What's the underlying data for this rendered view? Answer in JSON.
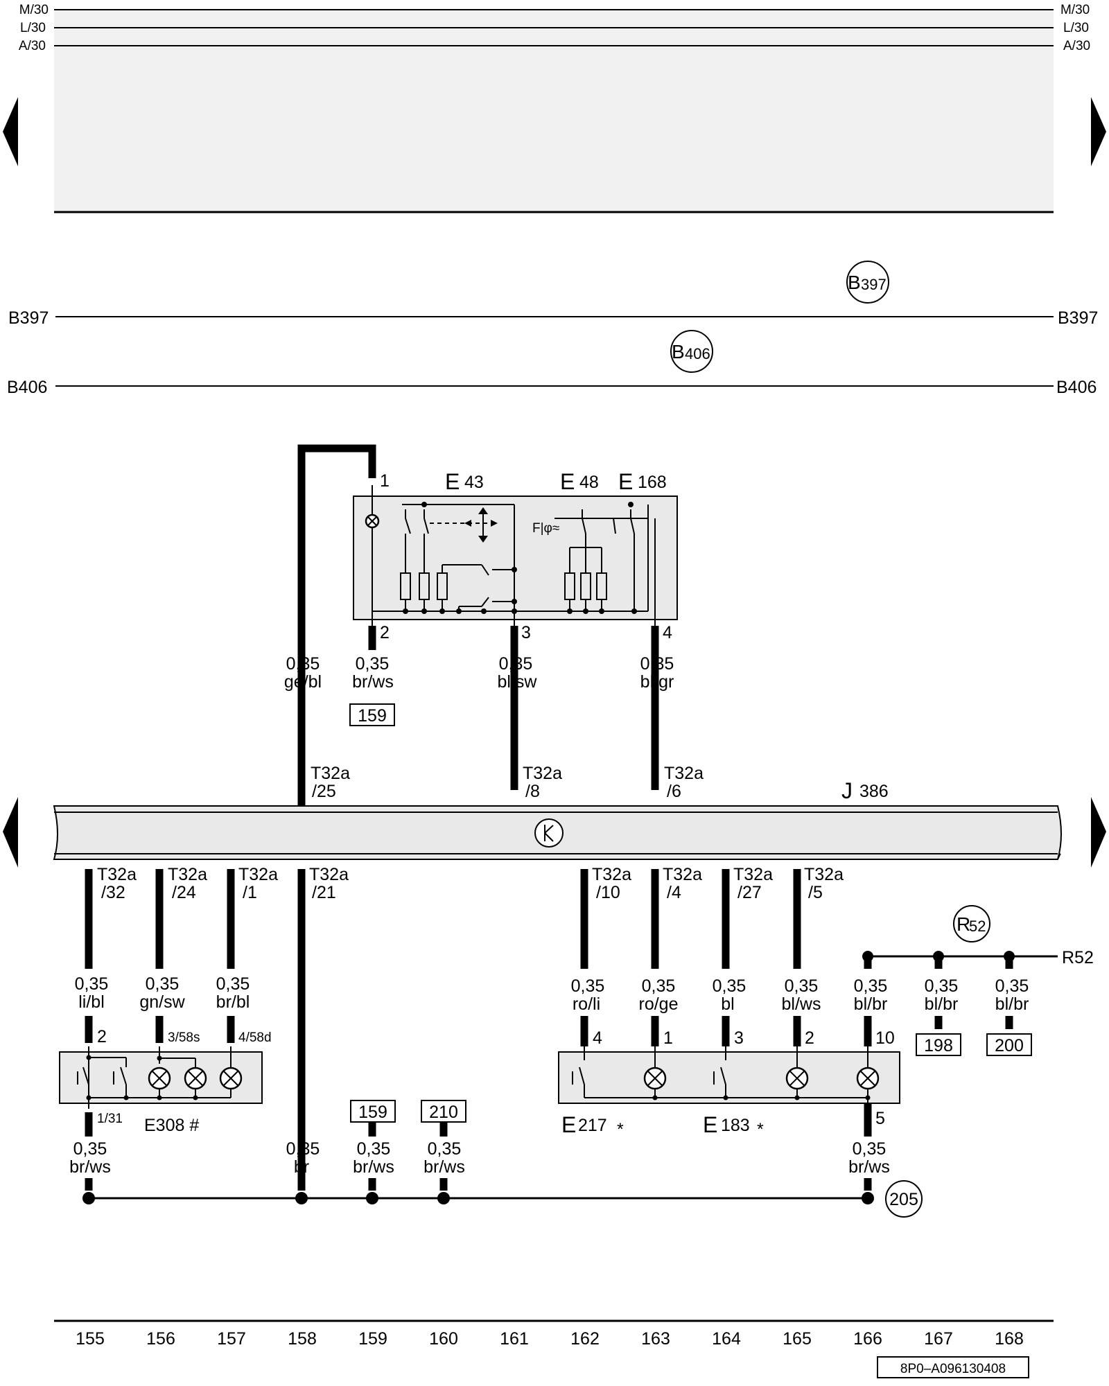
{
  "rails": {
    "left": [
      "M/30",
      "L/30",
      "A/30"
    ],
    "right": [
      "M/30",
      "L/30",
      "A/30"
    ]
  },
  "buses": {
    "b397": {
      "left": "B397",
      "right": "B397",
      "circle_main": "B",
      "circle_sub": "397"
    },
    "b406": {
      "left": "B406",
      "right": "B406",
      "circle_main": "B",
      "circle_sub": "406"
    }
  },
  "switch_unit": {
    "labels": [
      {
        "main": "E",
        "sub": "43"
      },
      {
        "main": "E",
        "sub": "48"
      },
      {
        "main": "E",
        "sub": "168"
      }
    ],
    "pins": [
      "1",
      "2",
      "3",
      "4"
    ]
  },
  "top_wires": [
    {
      "gauge": "0,35",
      "color": "ge/bl"
    },
    {
      "gauge": "0,35",
      "color": "br/ws",
      "ref": "159"
    },
    {
      "gauge": "0,35",
      "color": "bl/sw"
    },
    {
      "gauge": "0,35",
      "color": "bl/gr"
    }
  ],
  "control_unit": {
    "label_main": "J",
    "label_sub": "386",
    "top_connectors": [
      {
        "conn": "T32a",
        "pin": "/25"
      },
      {
        "conn": "T32a",
        "pin": "/8"
      },
      {
        "conn": "T32a",
        "pin": "/6"
      }
    ],
    "bottom_connectors": [
      {
        "conn": "T32a",
        "pin": "/32"
      },
      {
        "conn": "T32a",
        "pin": "/24"
      },
      {
        "conn": "T32a",
        "pin": "/1"
      },
      {
        "conn": "T32a",
        "pin": "/21"
      },
      {
        "conn": "T32a",
        "pin": "/10"
      },
      {
        "conn": "T32a",
        "pin": "/4"
      },
      {
        "conn": "T32a",
        "pin": "/27"
      },
      {
        "conn": "T32a",
        "pin": "/5"
      }
    ]
  },
  "lower_wires": [
    {
      "gauge": "0,35",
      "color": "li/bl"
    },
    {
      "gauge": "0,35",
      "color": "gn/sw"
    },
    {
      "gauge": "0,35",
      "color": "br/bl"
    },
    {
      "gauge": "0,35",
      "color": "ro/li"
    },
    {
      "gauge": "0,35",
      "color": "ro/ge"
    },
    {
      "gauge": "0,35",
      "color": "bl"
    },
    {
      "gauge": "0,35",
      "color": "bl/ws"
    },
    {
      "gauge": "0,35",
      "color": "bl/br"
    },
    {
      "gauge": "0,35",
      "color": "bl/br",
      "ref": "198"
    },
    {
      "gauge": "0,35",
      "color": "bl/br",
      "ref": "200"
    }
  ],
  "r52": {
    "circle_main": "R",
    "circle_sub": "52",
    "label": "R52"
  },
  "e308": {
    "pins_top": [
      "2",
      "3/58s",
      "4/58d"
    ],
    "pin_bottom": "1/31",
    "label": "E308 #"
  },
  "e217_e183": {
    "pins_top": [
      "4",
      "1",
      "3",
      "2",
      "10"
    ],
    "pin_bottom": "5",
    "label_a": {
      "main": "E",
      "sub": "217",
      "mark": "*"
    },
    "label_b": {
      "main": "E",
      "sub": "183",
      "mark": "*"
    }
  },
  "ground_wires": [
    {
      "gauge": "0,35",
      "color": "br/ws"
    },
    {
      "gauge": "0,35",
      "color": "br"
    },
    {
      "gauge": "0,35",
      "color": "br/ws",
      "ref": "159"
    },
    {
      "gauge": "0,35",
      "color": "br/ws",
      "ref": "210"
    },
    {
      "gauge": "0,35",
      "color": "br/ws"
    }
  ],
  "ground_ref": "205",
  "tracks": [
    "155",
    "156",
    "157",
    "158",
    "159",
    "160",
    "161",
    "162",
    "163",
    "164",
    "165",
    "166",
    "167",
    "168"
  ],
  "diagram_id": "8P0–A096130408"
}
